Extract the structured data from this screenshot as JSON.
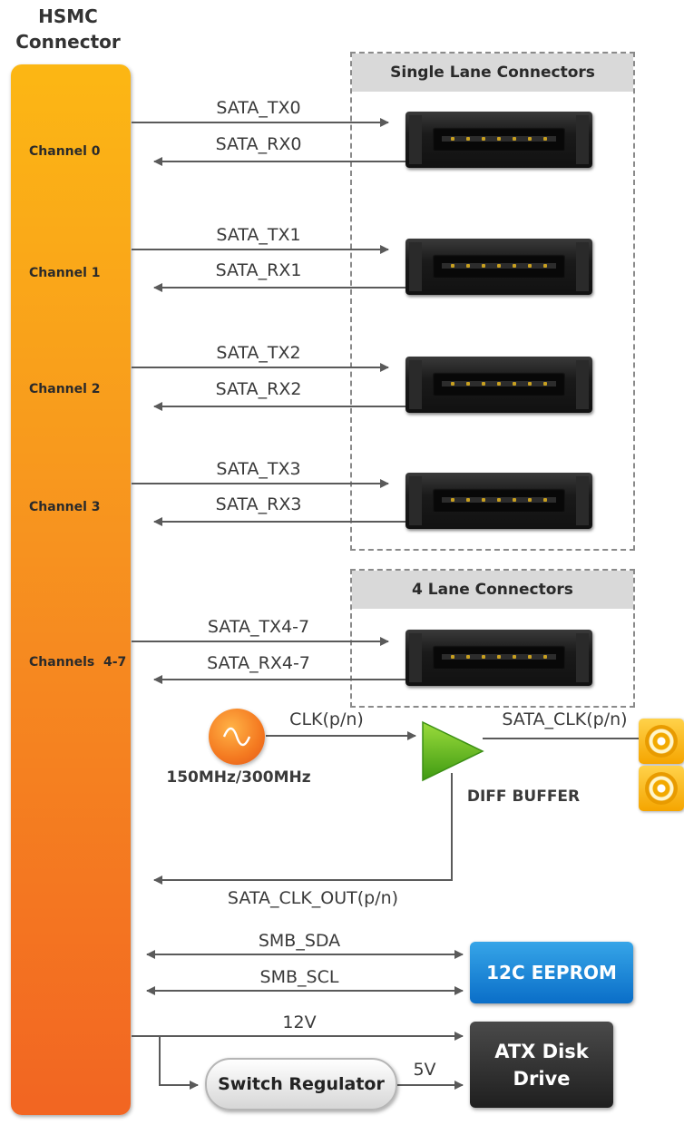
{
  "hsmc": {
    "title_line1": "HSMC",
    "title_line2": "Connector"
  },
  "channels": [
    "Channel 0",
    "Channel 1",
    "Channel 2",
    "Channel 3",
    "Channels  4-7"
  ],
  "single_lane": {
    "title": "Single Lane Connectors",
    "signals": [
      {
        "tx": "SATA_TX0",
        "rx": "SATA_RX0"
      },
      {
        "tx": "SATA_TX1",
        "rx": "SATA_RX1"
      },
      {
        "tx": "SATA_TX2",
        "rx": "SATA_RX2"
      },
      {
        "tx": "SATA_TX3",
        "rx": "SATA_RX3"
      }
    ]
  },
  "four_lane": {
    "title": "4 Lane Connectors",
    "tx": "SATA_TX4-7",
    "rx": "SATA_RX4-7"
  },
  "clock": {
    "osc_freq": "150MHz/300MHz",
    "clk": "CLK(p/n)",
    "buffer": "DIFF BUFFER",
    "sata_clk": "SATA_CLK(p/n)",
    "clk_out": "SATA_CLK_OUT(p/n)"
  },
  "smb": {
    "sda": "SMB_SDA",
    "scl": "SMB_SCL",
    "eeprom": "12C EEPROM"
  },
  "power": {
    "v12": "12V",
    "v5": "5V",
    "regulator": "Switch Regulator",
    "atx_line1": "ATX Disk",
    "atx_line2": "Drive"
  },
  "colors": {
    "orange_top": "#fcb714",
    "orange_bottom": "#f26522",
    "eeprom_blue": "#0a6ec8",
    "buffer_green": "#5fb526"
  }
}
